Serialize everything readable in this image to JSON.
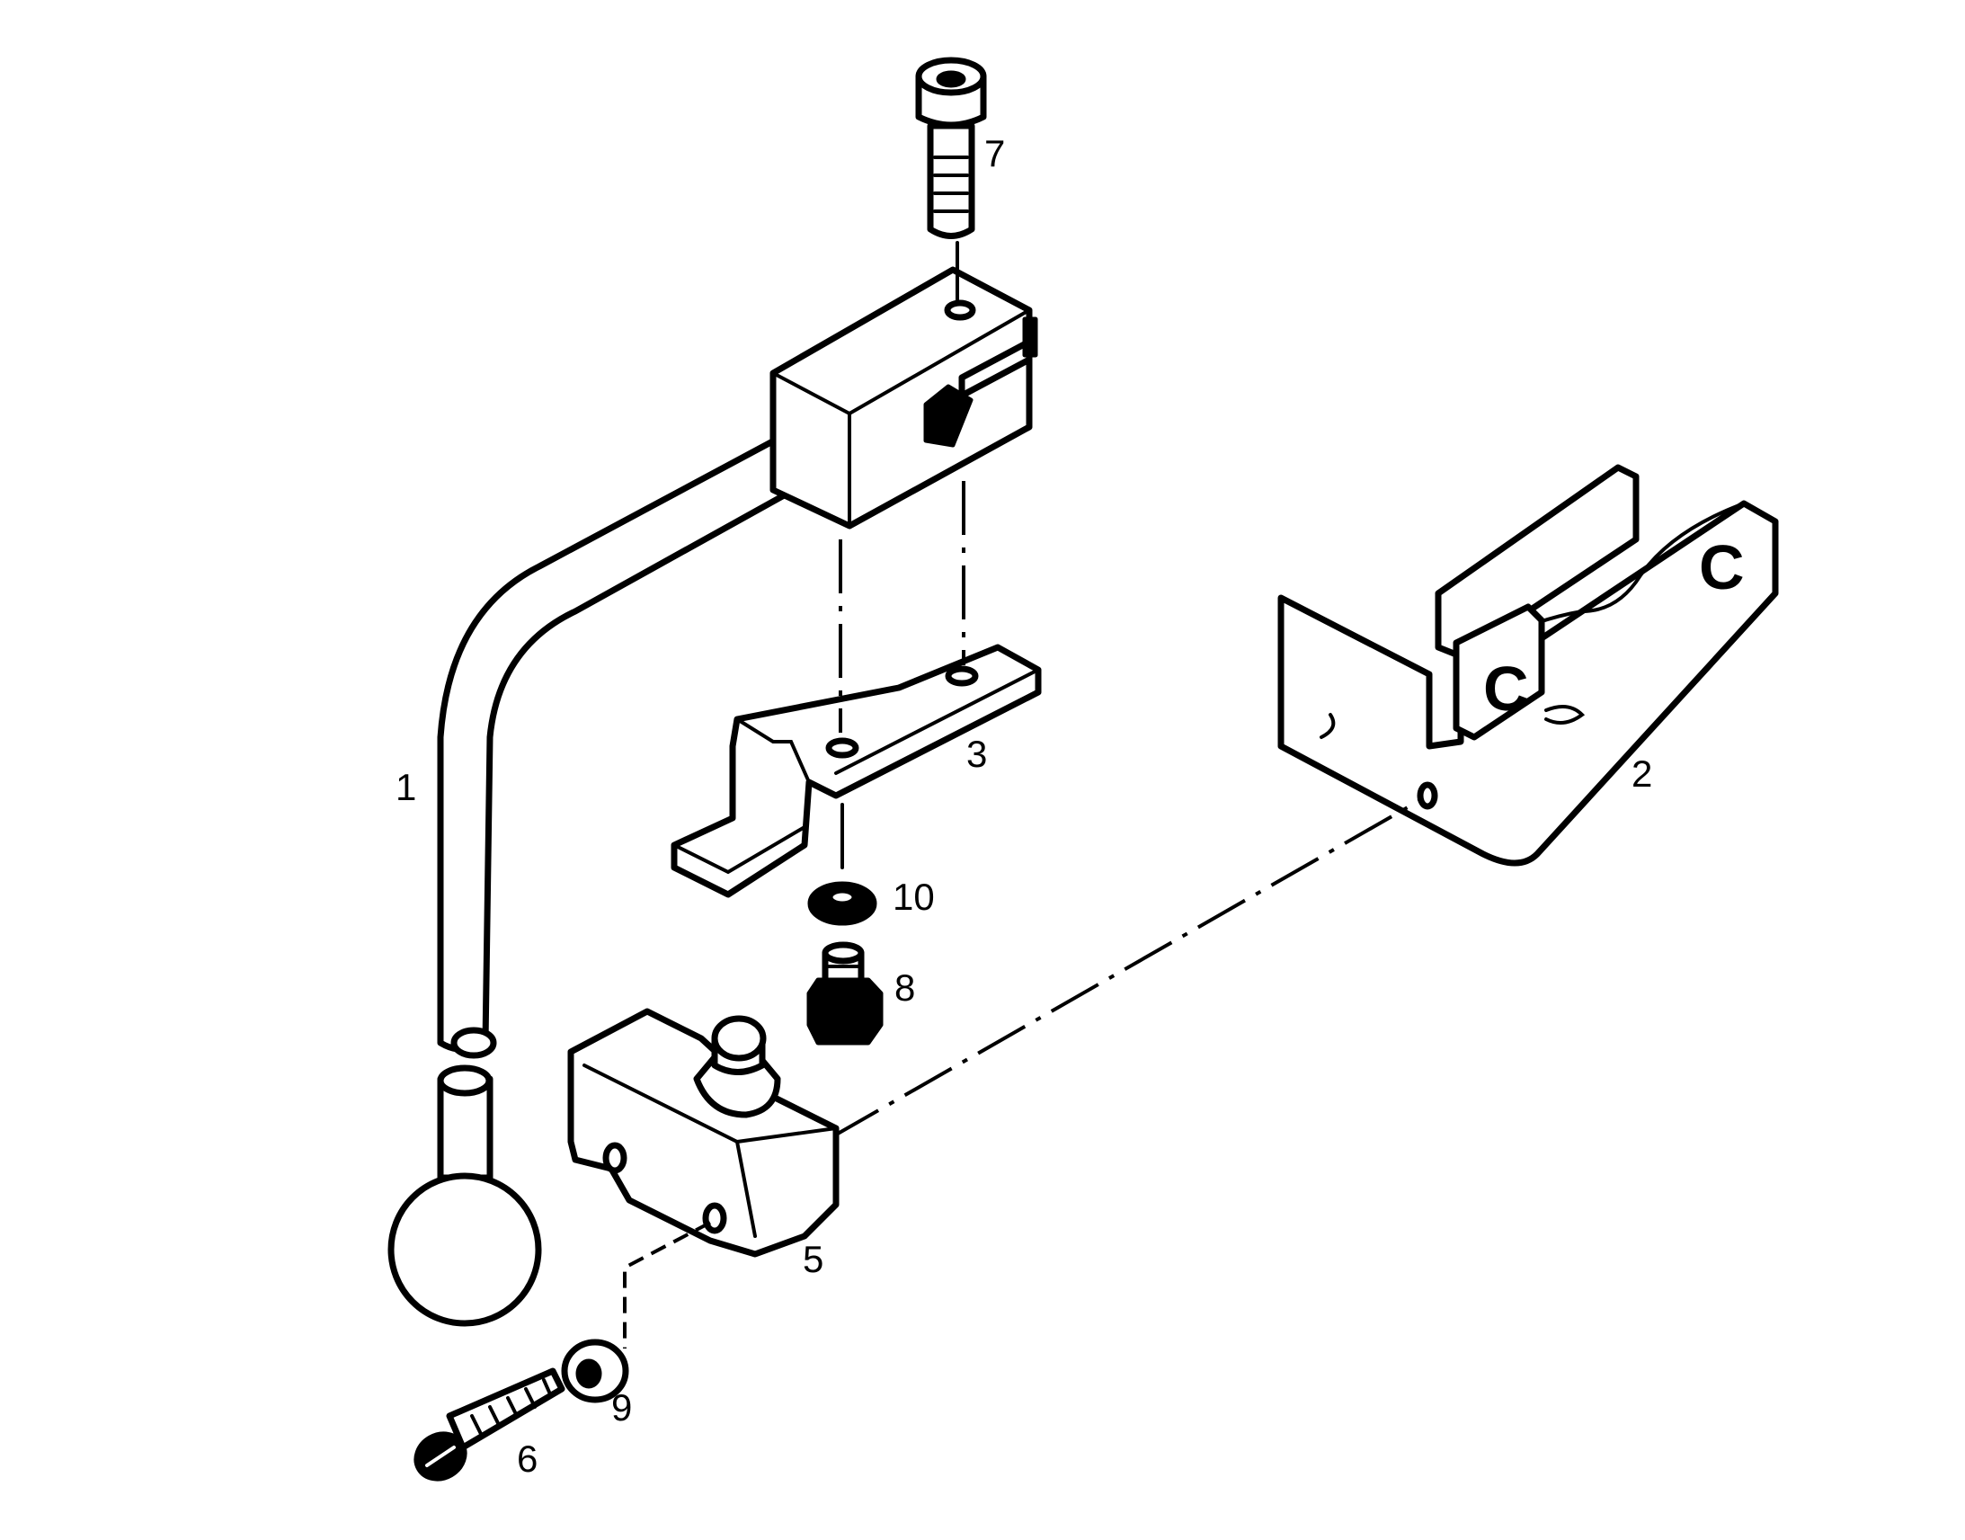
{
  "colors": {
    "background": "#ffffff",
    "ink": "#000000"
  },
  "callouts": {
    "c1": "1",
    "c2": "2",
    "c3": "3",
    "c5": "5",
    "c6": "6",
    "c7": "7",
    "c8": "8",
    "c9": "9",
    "c10": "10"
  },
  "bracket_marks": {
    "left": "C",
    "right": "C"
  }
}
